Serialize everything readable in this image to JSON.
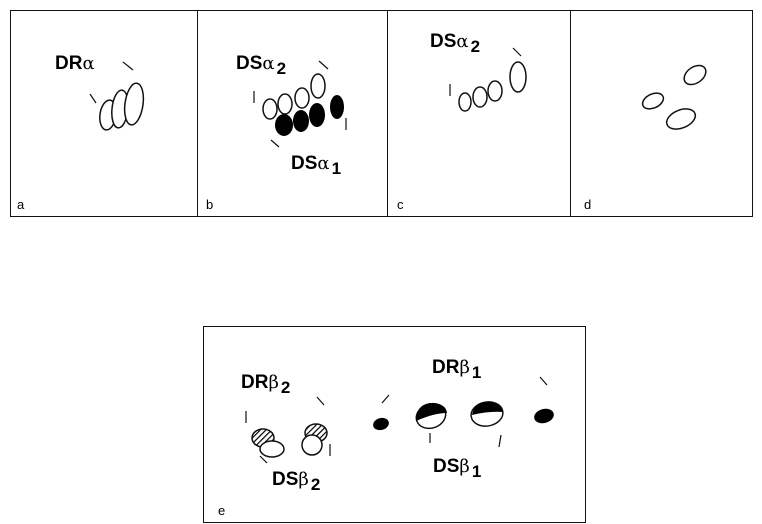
{
  "panels": {
    "a": {
      "label": "a",
      "annotations": {
        "dr_alpha": {
          "prefix": "DR",
          "symbol": "α",
          "sub": ""
        }
      }
    },
    "b": {
      "label": "b",
      "annotations": {
        "ds_alpha2": {
          "prefix": "DS",
          "symbol": "α",
          "sub": "2"
        },
        "ds_alpha1": {
          "prefix": "DS",
          "symbol": "α",
          "sub": "1"
        }
      }
    },
    "c": {
      "label": "c",
      "annotations": {
        "ds_alpha2": {
          "prefix": "DS",
          "symbol": "α",
          "sub": "2"
        }
      }
    },
    "d": {
      "label": "d"
    },
    "e": {
      "label": "e",
      "annotations": {
        "dr_beta2": {
          "prefix": "DR",
          "symbol": "β",
          "sub": "2"
        },
        "ds_beta2": {
          "prefix": "DS",
          "symbol": "β",
          "sub": "2"
        },
        "dr_beta1": {
          "prefix": "DR",
          "symbol": "β",
          "sub": "1"
        },
        "ds_beta1": {
          "prefix": "DS",
          "symbol": "β",
          "sub": "1"
        }
      }
    }
  },
  "colors": {
    "outline": "#111111",
    "filled": "#000000",
    "background": "#ffffff"
  }
}
